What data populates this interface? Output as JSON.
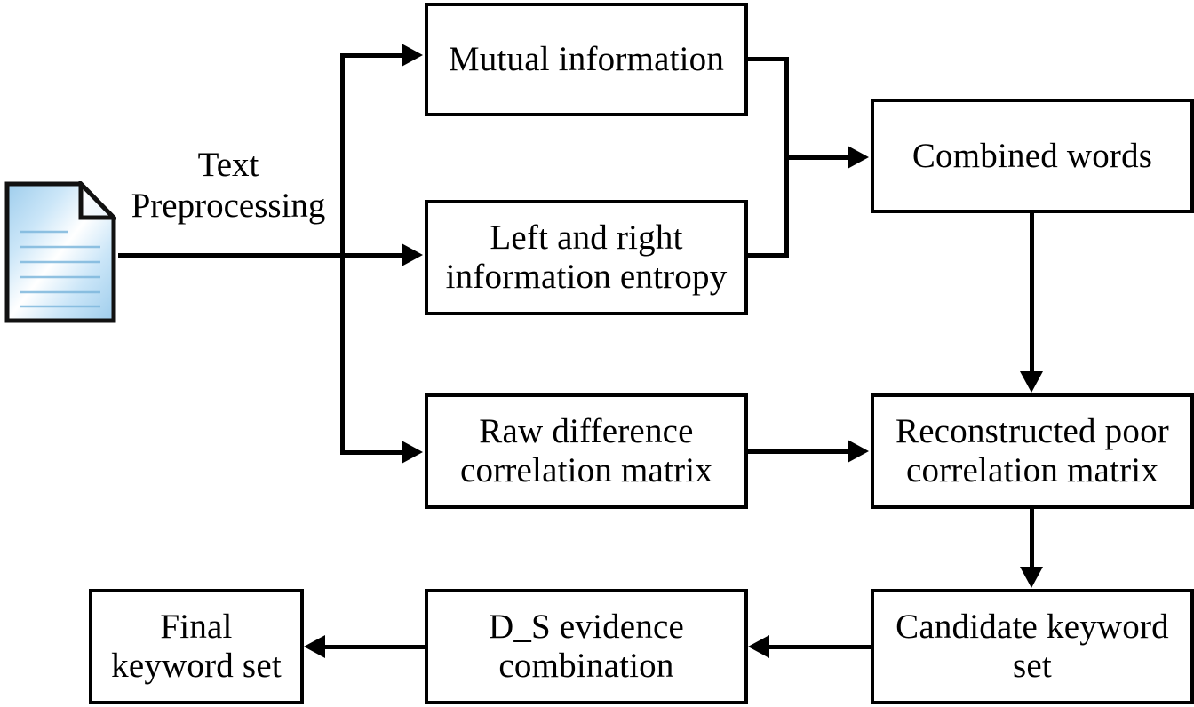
{
  "diagram": {
    "title": "Keyword extraction pipeline flowchart",
    "background_color": "#ffffff",
    "stroke_color": "#000000",
    "document_icon": {
      "name": "document-icon",
      "fill_light": "#ffffff",
      "fill_mid": "#bddff5",
      "fill_edge": "#8cc4e8",
      "outline": "#000000",
      "line_count": 7
    },
    "edge_label": "Text\nPreprocessing",
    "nodes": [
      {
        "id": "mutual-information",
        "label": "Mutual information"
      },
      {
        "id": "left-right-entropy",
        "label": "Left and right\ninformation entropy"
      },
      {
        "id": "raw-difference-matrix",
        "label": "Raw difference\ncorrelation matrix"
      },
      {
        "id": "combined-words",
        "label": "Combined words"
      },
      {
        "id": "reconstructed-matrix",
        "label": "Reconstructed poor\ncorrelation matrix"
      },
      {
        "id": "candidate-keyword-set",
        "label": "Candidate keyword\nset"
      },
      {
        "id": "ds-evidence-combination",
        "label": "D_S evidence\ncombination"
      },
      {
        "id": "final-keyword-set",
        "label": "Final\nkeyword set"
      }
    ],
    "edges": [
      {
        "from": "document",
        "to": "mutual-information",
        "label": "Text Preprocessing"
      },
      {
        "from": "document",
        "to": "left-right-entropy",
        "label": "Text Preprocessing"
      },
      {
        "from": "document",
        "to": "raw-difference-matrix",
        "label": "Text Preprocessing"
      },
      {
        "from": "mutual-information",
        "to": "combined-words",
        "label": ""
      },
      {
        "from": "left-right-entropy",
        "to": "combined-words",
        "label": ""
      },
      {
        "from": "combined-words",
        "to": "reconstructed-matrix",
        "label": ""
      },
      {
        "from": "raw-difference-matrix",
        "to": "reconstructed-matrix",
        "label": ""
      },
      {
        "from": "reconstructed-matrix",
        "to": "candidate-keyword-set",
        "label": ""
      },
      {
        "from": "candidate-keyword-set",
        "to": "ds-evidence-combination",
        "label": ""
      },
      {
        "from": "ds-evidence-combination",
        "to": "final-keyword-set",
        "label": ""
      }
    ]
  }
}
